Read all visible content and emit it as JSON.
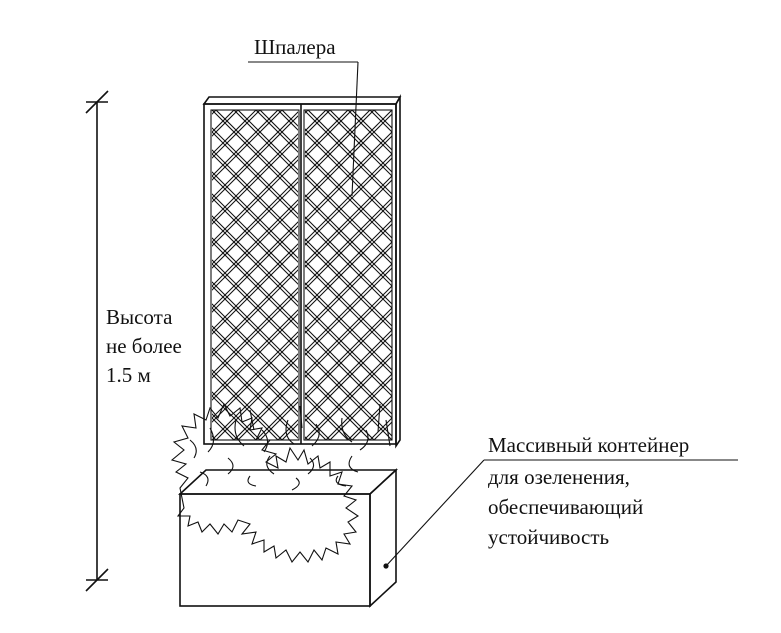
{
  "labels": {
    "trellis": "Шпалера",
    "height": [
      "Высота",
      "не более",
      "1.5 м"
    ],
    "container": [
      "Массивный контейнер",
      "для озеленения,",
      "обеспечивающий",
      "устойчивость"
    ]
  },
  "colors": {
    "ink": "#111111",
    "background": "#ffffff"
  }
}
